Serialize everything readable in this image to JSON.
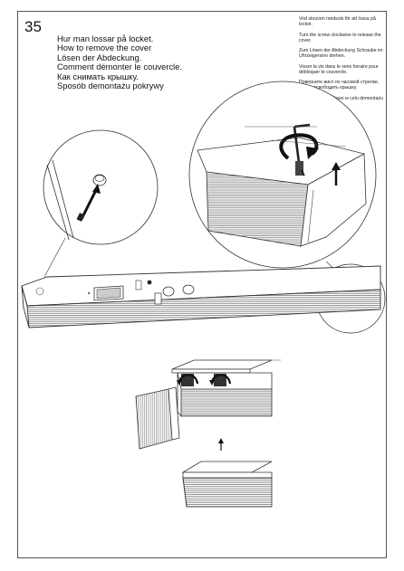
{
  "step_number": "35",
  "titles": [
    "Hur man lossar på locket.",
    "How to remove the cover",
    "Lösen der Abdeckung.",
    "Comment démonter le couvercle.",
    "Как снимать крышку.",
    "Sposób demontażu pokrywy"
  ],
  "instructions": [
    "Vrid skruven medsols för att lossa på locket.",
    "Turn the screw clockwise to release the cover.",
    "Zum Lösen der Abdeckung Schraube im Uhrzeigersinn drehen.",
    "Visser la vis dans le sens horaire pour débloquer le couvercle.",
    "Поверните винт по часовой стрелке, чтобы освободить крышку.",
    "Obróćić śrubę w lewo w celu demontażu pokrywy."
  ]
}
